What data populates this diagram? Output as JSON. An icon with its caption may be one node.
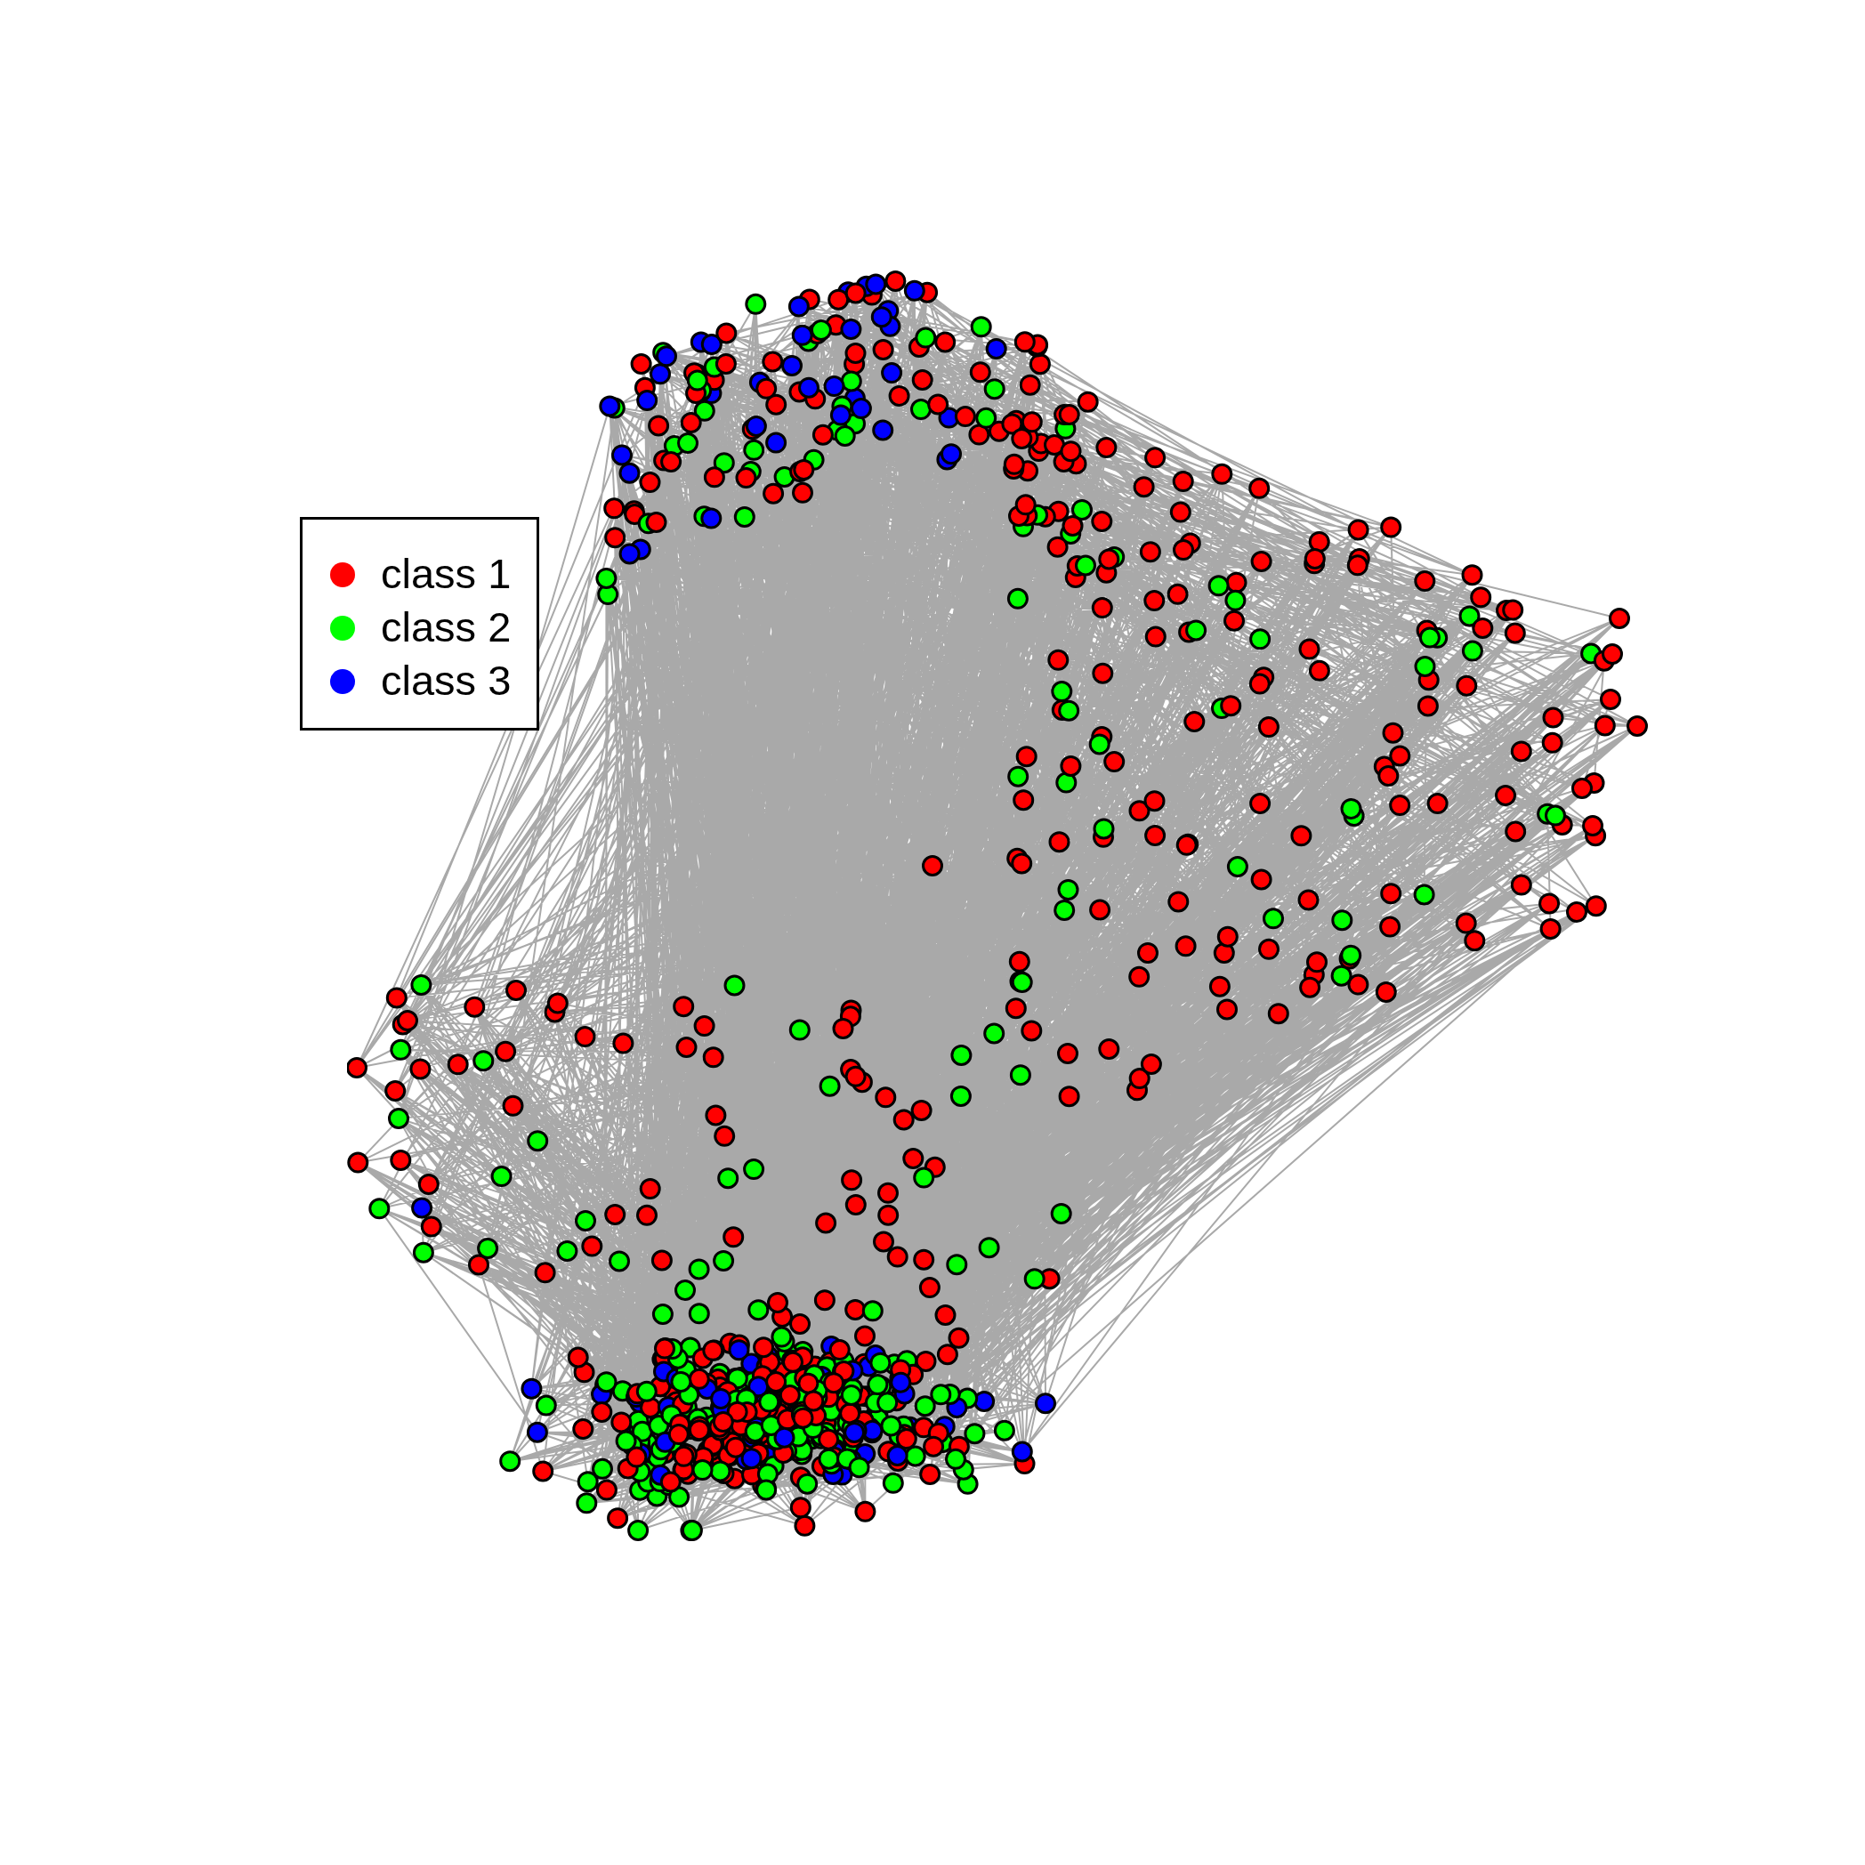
{
  "diagram": {
    "legend": [
      {
        "text": "class 1",
        "color": "#ff0000"
      },
      {
        "text": "class 2",
        "color": "#00ff00"
      },
      {
        "text": "class 3",
        "color": "#0000ff"
      }
    ]
  }
}
